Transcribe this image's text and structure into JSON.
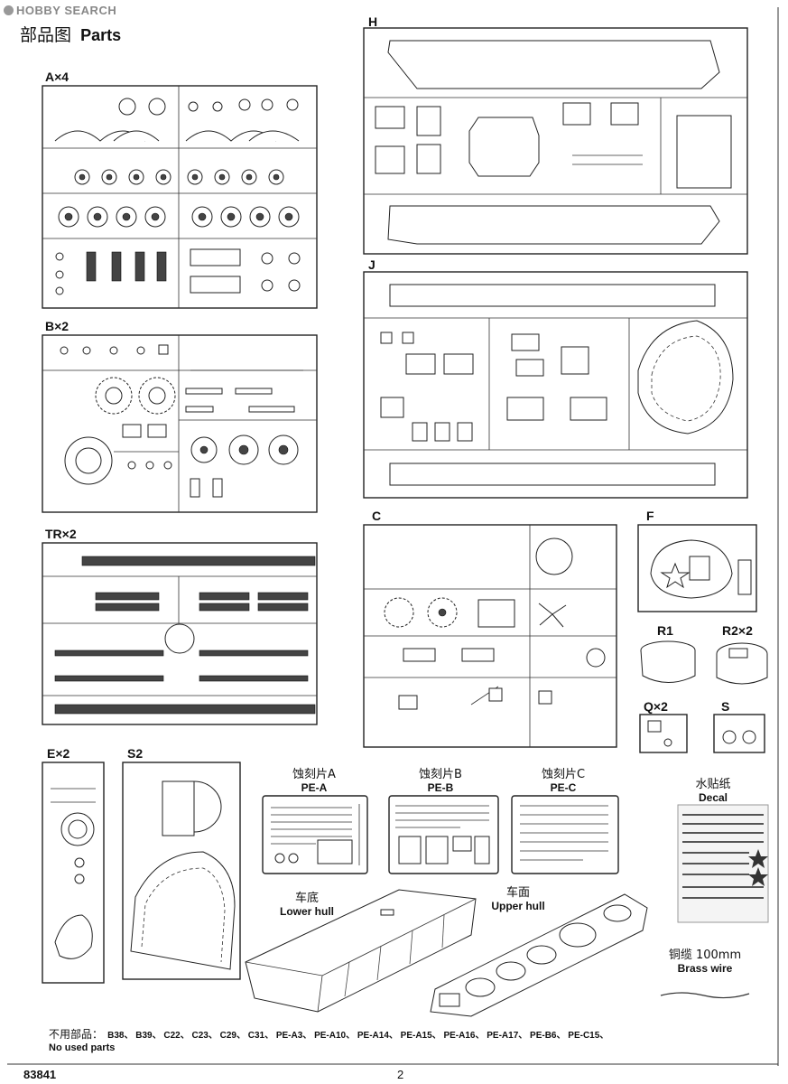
{
  "watermark": "HOBBY SEARCH",
  "header": {
    "title_cn": "部品图",
    "title_en": "Parts"
  },
  "sprues": {
    "A": "A×4",
    "B": "B×2",
    "TR": "TR×2",
    "E": "E×2",
    "S2": "S2",
    "H": "H",
    "J": "J",
    "C": "C",
    "F": "F",
    "R1": "R1",
    "R2": "R2×2",
    "Q": "Q×2",
    "S": "S"
  },
  "photo_etch": {
    "a_cn": "蚀刻片A",
    "a_en": "PE-A",
    "b_cn": "蚀刻片B",
    "b_en": "PE-B",
    "c_cn": "蚀刻片C",
    "c_en": "PE-C"
  },
  "decal": {
    "cn": "水贴纸",
    "en": "Decal"
  },
  "hull": {
    "lower_cn": "车底",
    "lower_en": "Lower hull",
    "upper_cn": "车面",
    "upper_en": "Upper hull"
  },
  "brass": {
    "cn": "铜缆 100mm",
    "en": "Brass wire"
  },
  "unused": {
    "label_cn": "不用部品：",
    "label_en": "No used parts",
    "list": "B38、 B39、 C22、 C23、 C29、 C31、 PE-A3、 PE-A10、 PE-A14、 PE-A15、 PE-A16、 PE-A17、 PE-B6、 PE-C15、"
  },
  "footer": {
    "code": "83841",
    "page": "2"
  }
}
